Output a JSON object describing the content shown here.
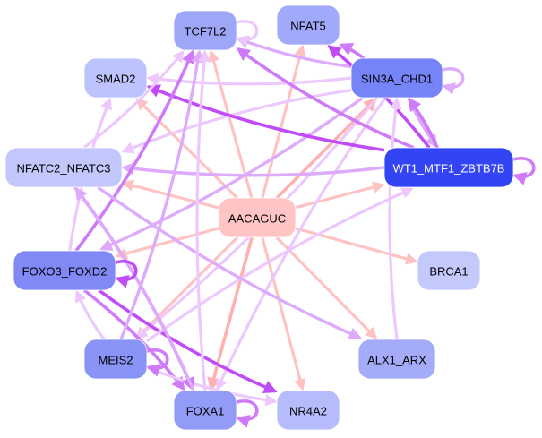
{
  "diagram": {
    "title": "Regulatory network",
    "center_node": "AACAGUC",
    "nodes": [
      {
        "id": "TCF7L2",
        "label": "TCF7L2",
        "fill": "#9ea6f8",
        "text_color": "#000000",
        "kind": "tf"
      },
      {
        "id": "NFAT5",
        "label": "NFAT5",
        "fill": "#a1a9fa",
        "text_color": "#000000",
        "kind": "tf"
      },
      {
        "id": "SMAD2",
        "label": "SMAD2",
        "fill": "#bdc3fc",
        "text_color": "#000000",
        "kind": "tf"
      },
      {
        "id": "SIN3A_CHD1",
        "label": "SIN3A_CHD1",
        "fill": "#7784f7",
        "text_color": "#000000",
        "kind": "tf"
      },
      {
        "id": "NFATC2_NFATC3",
        "label": "NFATC2_NFATC3",
        "fill": "#c2c7fc",
        "text_color": "#000000",
        "kind": "tf"
      },
      {
        "id": "WT1_MTF1_ZBTB7B",
        "label": "WT1_MTF1_ZBTB7B",
        "fill": "#3344f5",
        "text_color": "#ffffff",
        "kind": "tf"
      },
      {
        "id": "AACAGUC",
        "label": "AACAGUC",
        "fill": "#ffc4c4",
        "text_color": "#000000",
        "kind": "mirna"
      },
      {
        "id": "FOXO3_FOXD2",
        "label": "FOXO3_FOXD2",
        "fill": "#8089f6",
        "text_color": "#000000",
        "kind": "tf"
      },
      {
        "id": "BRCA1",
        "label": "BRCA1",
        "fill": "#c4c9fc",
        "text_color": "#000000",
        "kind": "tf"
      },
      {
        "id": "MEIS2",
        "label": "MEIS2",
        "fill": "#8a94f7",
        "text_color": "#000000",
        "kind": "tf"
      },
      {
        "id": "ALX1_ARX",
        "label": "ALX1_ARX",
        "fill": "#a4abf8",
        "text_color": "#000000",
        "kind": "tf"
      },
      {
        "id": "FOXA1",
        "label": "FOXA1",
        "fill": "#929cf7",
        "text_color": "#000000",
        "kind": "tf"
      },
      {
        "id": "NR4A2",
        "label": "NR4A2",
        "fill": "#b5bbfb",
        "text_color": "#000000",
        "kind": "tf"
      }
    ],
    "edge_colors": {
      "mirna": "#ffc2c2",
      "mirna_strong": "#ffb0b0",
      "tf_light": "#ecc8fd",
      "tf_medium": "#deabfc",
      "tf_strong": "#cf7af9",
      "tf_darkest": "#c04bf7"
    },
    "edges": [
      {
        "source": "AACAGUC",
        "target": "TCF7L2",
        "style": "mirna"
      },
      {
        "source": "AACAGUC",
        "target": "NFAT5",
        "style": "mirna"
      },
      {
        "source": "AACAGUC",
        "target": "SMAD2",
        "style": "mirna"
      },
      {
        "source": "AACAGUC",
        "target": "SIN3A_CHD1",
        "style": "mirna_strong"
      },
      {
        "source": "AACAGUC",
        "target": "NFATC2_NFATC3",
        "style": "mirna"
      },
      {
        "source": "AACAGUC",
        "target": "WT1_MTF1_ZBTB7B",
        "style": "mirna"
      },
      {
        "source": "AACAGUC",
        "target": "FOXO3_FOXD2",
        "style": "mirna"
      },
      {
        "source": "AACAGUC",
        "target": "BRCA1",
        "style": "mirna"
      },
      {
        "source": "AACAGUC",
        "target": "MEIS2",
        "style": "mirna"
      },
      {
        "source": "AACAGUC",
        "target": "ALX1_ARX",
        "style": "mirna"
      },
      {
        "source": "AACAGUC",
        "target": "FOXA1",
        "style": "mirna_strong"
      },
      {
        "source": "AACAGUC",
        "target": "NR4A2",
        "style": "mirna"
      },
      {
        "source": "SIN3A_CHD1",
        "target": "TCF7L2",
        "style": "tf_medium"
      },
      {
        "source": "SIN3A_CHD1",
        "target": "NFAT5",
        "style": "tf_strong"
      },
      {
        "source": "SIN3A_CHD1",
        "target": "SMAD2",
        "style": "tf_light"
      },
      {
        "source": "SIN3A_CHD1",
        "target": "NFATC2_NFATC3",
        "style": "tf_light"
      },
      {
        "source": "SIN3A_CHD1",
        "target": "FOXO3_FOXD2",
        "style": "tf_medium"
      },
      {
        "source": "SIN3A_CHD1",
        "target": "WT1_MTF1_ZBTB7B",
        "style": "tf_medium"
      },
      {
        "source": "SIN3A_CHD1",
        "target": "MEIS2",
        "style": "tf_light"
      },
      {
        "source": "SIN3A_CHD1",
        "target": "FOXA1",
        "style": "tf_light"
      },
      {
        "source": "WT1_MTF1_ZBTB7B",
        "target": "TCF7L2",
        "style": "tf_strong"
      },
      {
        "source": "WT1_MTF1_ZBTB7B",
        "target": "NFAT5",
        "style": "tf_darkest"
      },
      {
        "source": "WT1_MTF1_ZBTB7B",
        "target": "SMAD2",
        "style": "tf_darkest"
      },
      {
        "source": "WT1_MTF1_ZBTB7B",
        "target": "SIN3A_CHD1",
        "style": "tf_strong"
      },
      {
        "source": "WT1_MTF1_ZBTB7B",
        "target": "NFATC2_NFATC3",
        "style": "tf_medium"
      },
      {
        "source": "FOXO3_FOXD2",
        "target": "TCF7L2",
        "style": "tf_strong"
      },
      {
        "source": "FOXO3_FOXD2",
        "target": "SMAD2",
        "style": "tf_light"
      },
      {
        "source": "FOXO3_FOXD2",
        "target": "NR4A2",
        "style": "tf_darkest"
      },
      {
        "source": "FOXO3_FOXD2",
        "target": "FOXA1",
        "style": "tf_strong"
      },
      {
        "source": "MEIS2",
        "target": "TCF7L2",
        "style": "tf_medium"
      },
      {
        "source": "MEIS2",
        "target": "FOXO3_FOXD2",
        "style": "tf_light"
      },
      {
        "source": "MEIS2",
        "target": "NR4A2",
        "style": "tf_light"
      },
      {
        "source": "MEIS2",
        "target": "WT1_MTF1_ZBTB7B",
        "style": "tf_light"
      },
      {
        "source": "NFATC2_NFATC3",
        "target": "TCF7L2",
        "style": "tf_light"
      },
      {
        "source": "NFATC2_NFATC3",
        "target": "FOXA1",
        "style": "tf_strong"
      },
      {
        "source": "NFATC2_NFATC3",
        "target": "ALX1_ARX",
        "style": "tf_medium"
      },
      {
        "source": "ALX1_ARX",
        "target": "SIN3A_CHD1",
        "style": "tf_light"
      },
      {
        "source": "FOXA1",
        "target": "NFATC2_NFATC3",
        "style": "tf_medium"
      },
      {
        "source": "FOXA1",
        "target": "TCF7L2",
        "style": "tf_light"
      }
    ],
    "self_loops": [
      {
        "node": "TCF7L2",
        "style": "tf_light"
      },
      {
        "node": "SIN3A_CHD1",
        "style": "tf_medium"
      },
      {
        "node": "WT1_MTF1_ZBTB7B",
        "style": "tf_strong"
      },
      {
        "node": "FOXO3_FOXD2",
        "style": "tf_darkest"
      },
      {
        "node": "MEIS2",
        "style": "tf_strong"
      },
      {
        "node": "FOXA1",
        "style": "tf_strong"
      }
    ]
  }
}
